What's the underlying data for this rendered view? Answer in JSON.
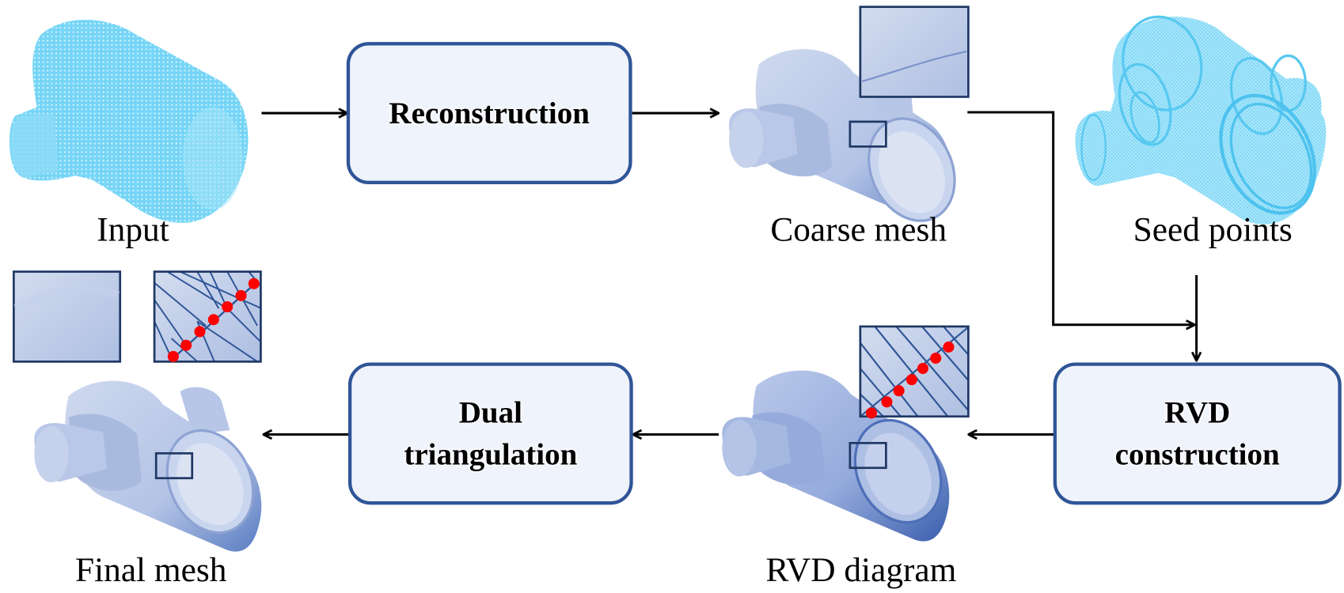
{
  "figure": {
    "type": "pipeline-diagram",
    "stages": [
      {
        "id": "input",
        "label": "Input"
      },
      {
        "id": "coarse_mesh",
        "label": "Coarse mesh"
      },
      {
        "id": "seed_points",
        "label": "Seed points"
      },
      {
        "id": "rvd_diagram",
        "label": "RVD diagram"
      },
      {
        "id": "final_mesh",
        "label": "Final mesh"
      }
    ],
    "processes": [
      {
        "id": "reconstruction",
        "label": "Reconstruction"
      },
      {
        "id": "rvd_construction",
        "label_line1": "RVD",
        "label_line2": "construction"
      },
      {
        "id": "dual_triangulation",
        "label_line1": "Dual",
        "label_line2": "triangulation"
      }
    ],
    "flow": [
      [
        "input",
        "reconstruction"
      ],
      [
        "reconstruction",
        "coarse_mesh"
      ],
      [
        "coarse_mesh",
        "rvd_construction"
      ],
      [
        "seed_points",
        "rvd_construction"
      ],
      [
        "rvd_construction",
        "rvd_diagram"
      ],
      [
        "rvd_diagram",
        "dual_triangulation"
      ],
      [
        "dual_triangulation",
        "final_mesh"
      ]
    ]
  },
  "colors": {
    "box_border": "#2f5597",
    "box_fill": "#eff3fb",
    "point_cloud": "#5fcdf2",
    "mesh": "#b4c3e4",
    "mesh_shadow": "#3a5fae",
    "inset_border": "#1f3864",
    "seed_dot": "#ff0000"
  }
}
